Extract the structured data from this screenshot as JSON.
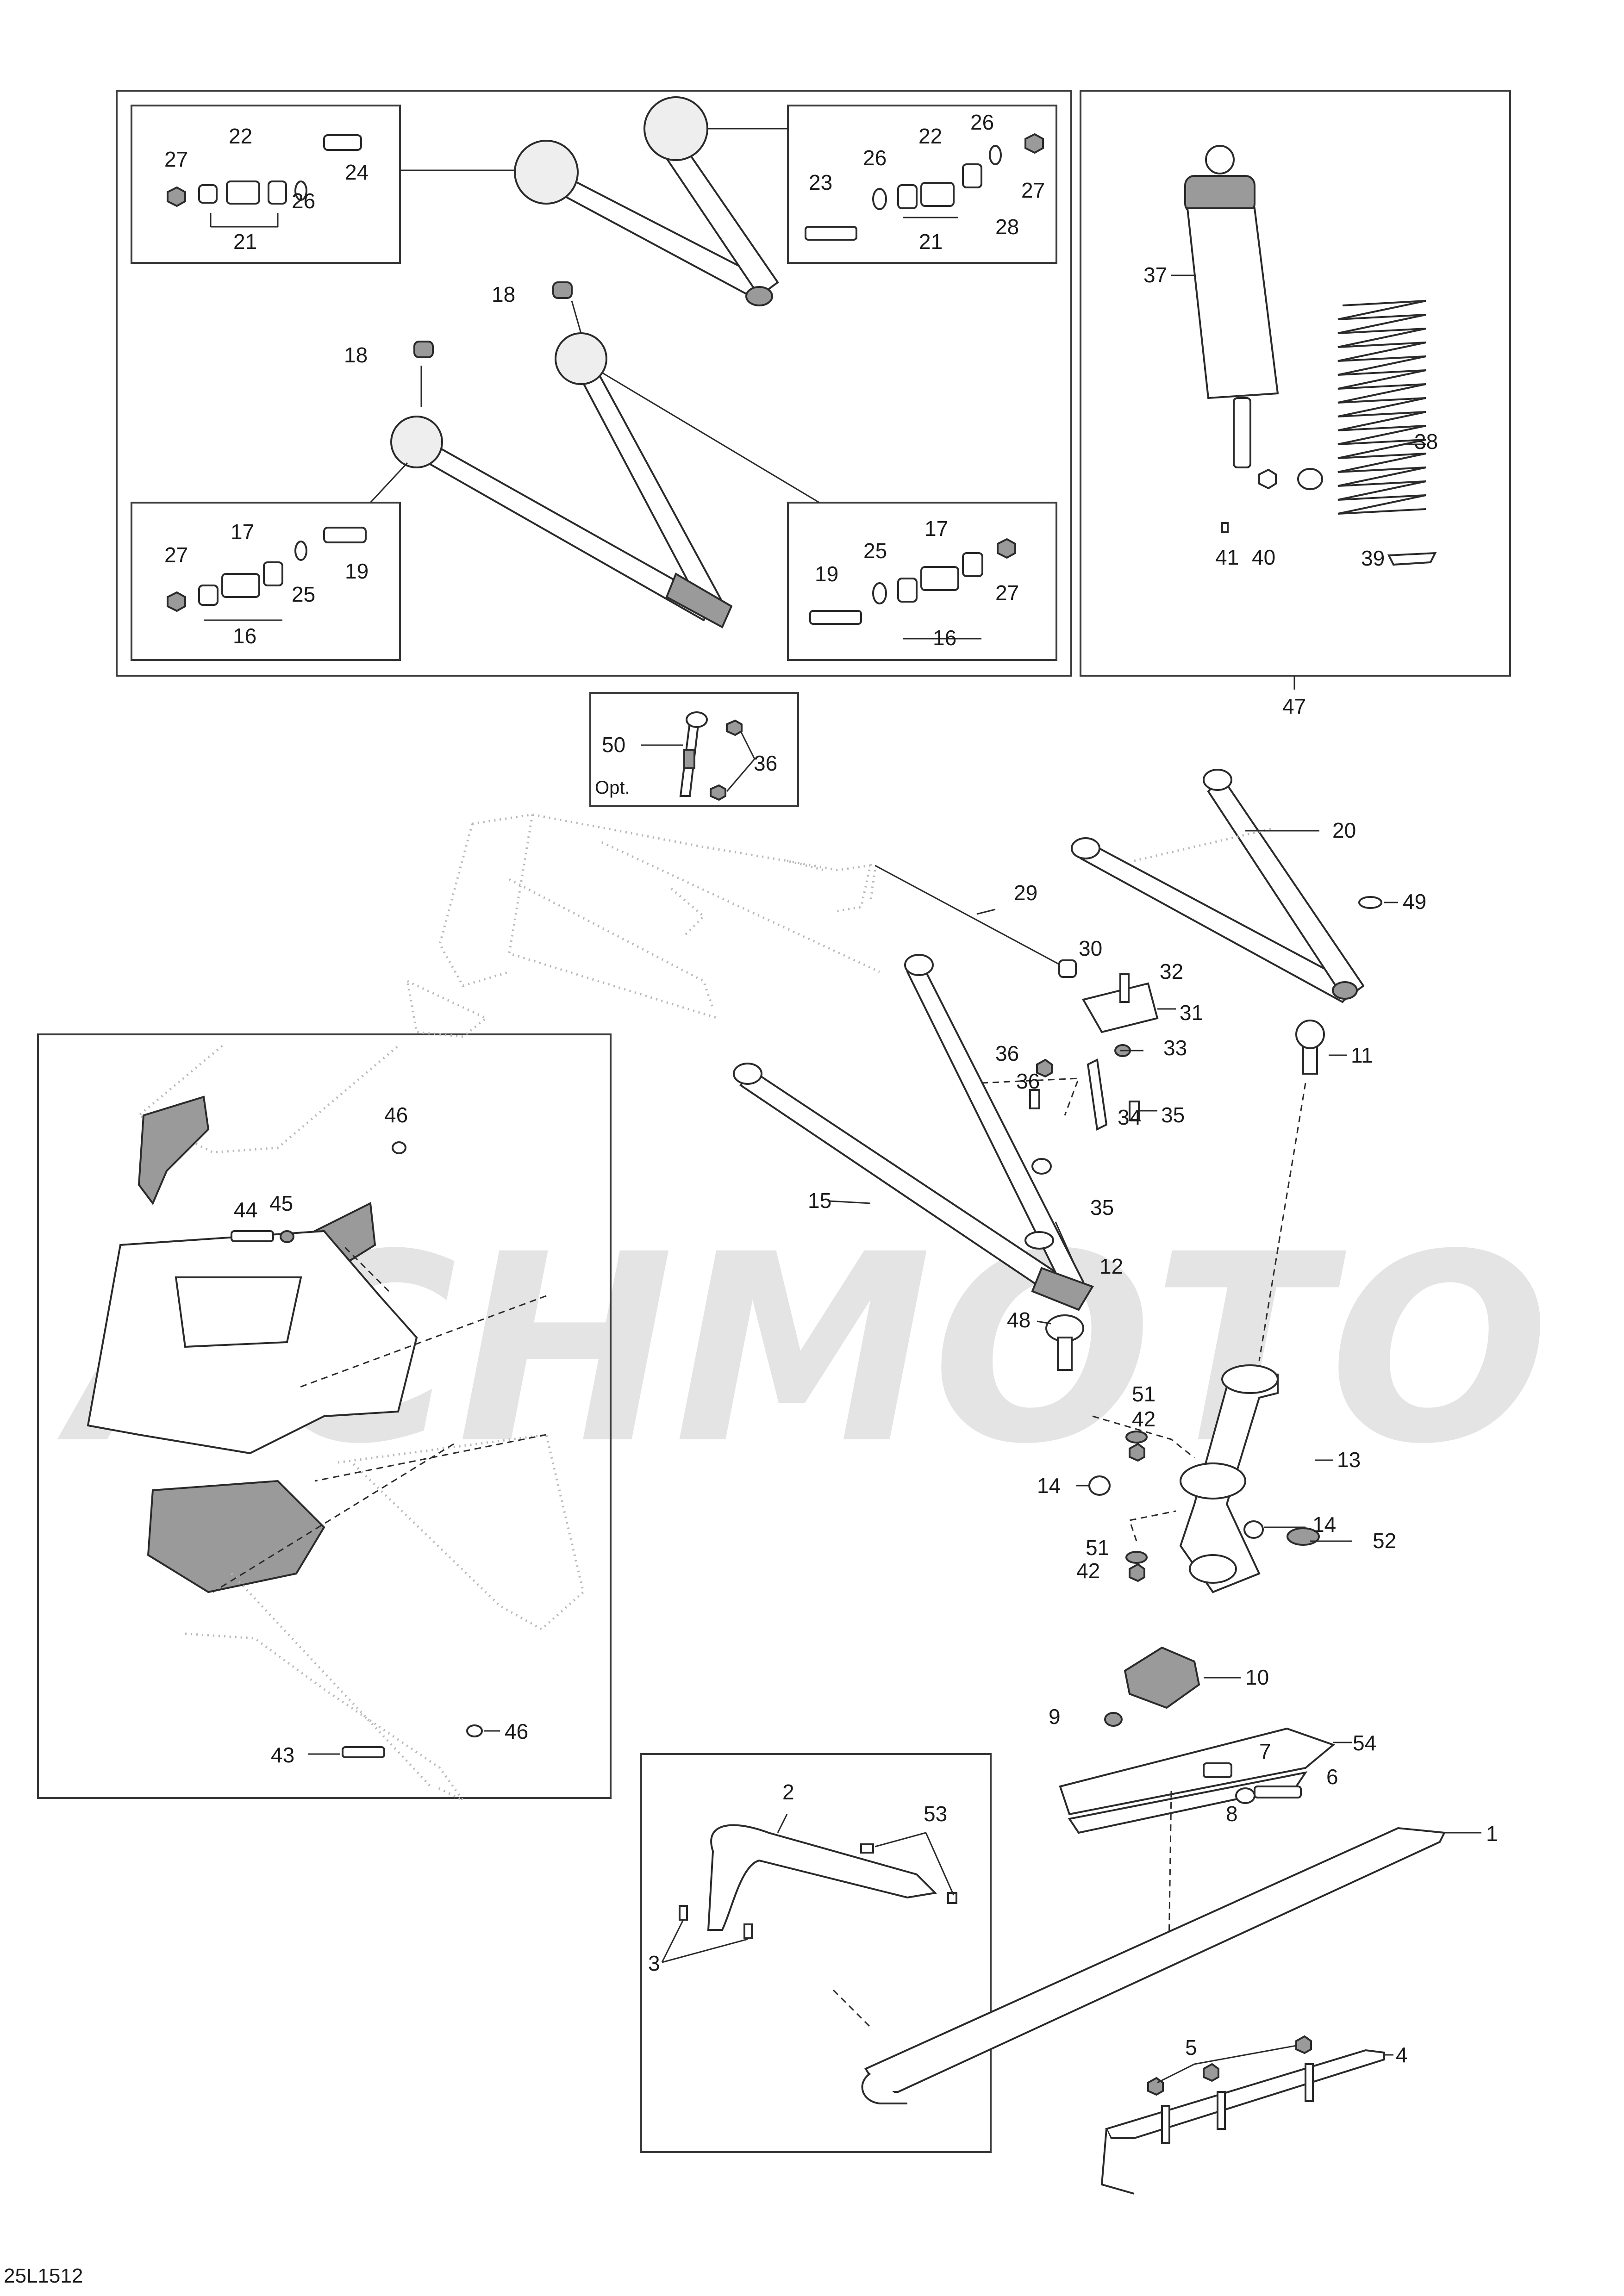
{
  "diagram_code": "25L1512",
  "option_label": "Opt.",
  "watermark": {
    "text": "ACHMOTO",
    "color": "#e4e4e4"
  },
  "colors": {
    "line": "#2a2a2a",
    "ghost": "#b8b8b8",
    "part_fill": "#9a9a9a"
  },
  "callouts": {
    "c1": "1",
    "c2": "2",
    "c3": "3",
    "c4": "4",
    "c5": "5",
    "c6": "6",
    "c7": "7",
    "c8": "8",
    "c9": "9",
    "c10": "10",
    "c11": "11",
    "c12": "12",
    "c13": "13",
    "c14a": "14",
    "c14b": "14",
    "c15": "15",
    "c16a": "16",
    "c16b": "16",
    "c17a": "17",
    "c17b": "17",
    "c18a": "18",
    "c18b": "18",
    "c19a": "19",
    "c19b": "19",
    "c20": "20",
    "c21a": "21",
    "c21b": "21",
    "c22a": "22",
    "c22b": "22",
    "c23": "23",
    "c24": "24",
    "c25a": "25",
    "c25b": "25",
    "c26a": "26",
    "c26b": "26",
    "c26c": "26",
    "c27a": "27",
    "c27b": "27",
    "c27c": "27",
    "c27d": "27",
    "c28": "28",
    "c29": "29",
    "c30": "30",
    "c31": "31",
    "c32": "32",
    "c33": "33",
    "c34": "34",
    "c35a": "35",
    "c35b": "35",
    "c36a": "36",
    "c36b": "36",
    "c36c": "36",
    "c37": "37",
    "c38": "38",
    "c39": "39",
    "c40": "40",
    "c41": "41",
    "c42a": "42",
    "c42b": "42",
    "c43": "43",
    "c44": "44",
    "c45": "45",
    "c46a": "46",
    "c46b": "46",
    "c47": "47",
    "c48": "48",
    "c49": "49",
    "c50": "50",
    "c51a": "51",
    "c51b": "51",
    "c52": "52",
    "c53": "53",
    "c54": "54"
  }
}
